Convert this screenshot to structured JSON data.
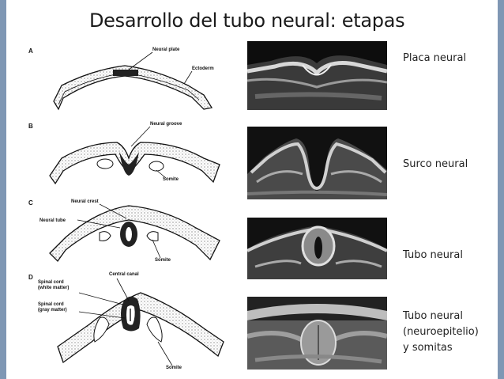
{
  "title": "Desarrollo del tubo neural: etapas",
  "panels": [
    {
      "letter": "A",
      "labels": {
        "neural_plate": "Neural plate",
        "ectoderm": "Ectoderm"
      },
      "stage": "Placa neural"
    },
    {
      "letter": "B",
      "labels": {
        "neural_groove": "Neural groove",
        "somite": "Somite"
      },
      "stage": "Surco neural"
    },
    {
      "letter": "C",
      "labels": {
        "neural_crest": "Neural crest",
        "neural_tube": "Neural tube",
        "somite": "Somite"
      },
      "stage": "Tubo neural"
    },
    {
      "letter": "D",
      "labels": {
        "central_canal": "Central canal",
        "spinal_cord_white_1": "Spinal cord",
        "spinal_cord_white_2": "(white matter)",
        "spinal_cord_gray_1": "Spinal cord",
        "spinal_cord_gray_2": "(gray matter)",
        "somite": "Somite"
      },
      "stage_lines": [
        "Tubo neural",
        "(neuroepitelio)",
        "y somitas"
      ]
    }
  ]
}
